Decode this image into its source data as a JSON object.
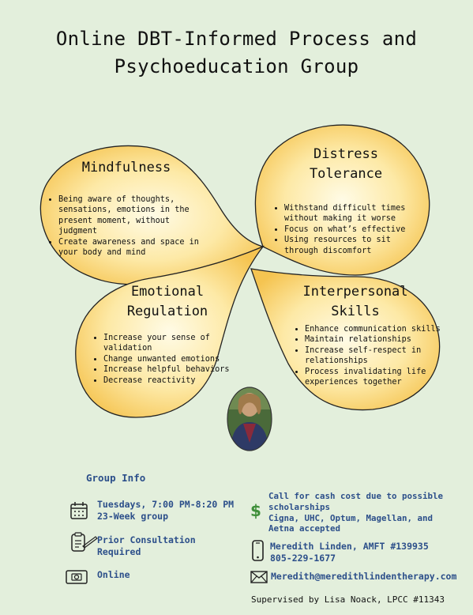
{
  "title": {
    "line1": "Online DBT-Informed Process and",
    "line2": "Psychoeducation Group"
  },
  "petals": {
    "mindfulness": {
      "title": "Mindfulness",
      "bullets": [
        "Being aware of thoughts, sensations, emotions in the present moment, without judgment",
        "Create awareness and space in your body and mind"
      ]
    },
    "distress": {
      "title_line1": "Distress",
      "title_line2": "Tolerance",
      "bullets": [
        "Withstand difficult times without making it worse",
        "Focus on what’s effective",
        "Using resources to sit through discomfort"
      ]
    },
    "emotional": {
      "title_line1": "Emotional",
      "title_line2": "Regulation",
      "bullets": [
        "Increase your sense of validation",
        "Change unwanted emotions",
        "Increase helpful behaviors",
        "Decrease reactivity"
      ]
    },
    "interpersonal": {
      "title_line1": "Interpersonal",
      "title_line2": "Skills",
      "bullets": [
        "Enhance communication skills",
        "Maintain relationships",
        "Increase self-respect in relationships",
        "Process invalidating life experiences together"
      ]
    }
  },
  "info": {
    "heading": "Group Info",
    "schedule_line1": "Tuesdays, 7:00 PM-8:20 PM",
    "schedule_line2": "23-Week group",
    "consult_line1": "Prior Consultation",
    "consult_line2": "Required",
    "format": "Online",
    "cost_line1": "Call for cash cost due to possible",
    "cost_line2": "scholarships",
    "insurance_line1": "Cigna, UHC, Optum, Magellan, and",
    "insurance_line2": "Aetna accepted",
    "contact_name": "Meredith Linden, AMFT #139935",
    "contact_phone": "805-229-1677",
    "email": "Meredith@meredithlindentherapy.com",
    "supervised": "Supervised by Lisa Noack, LPCC #11343"
  },
  "icons": {
    "calendar": "calendar-icon",
    "clipboard": "clipboard-pen-icon",
    "camera": "video-camera-icon",
    "dollar": "dollar-sign-icon",
    "phone": "phone-icon",
    "mail": "envelope-icon"
  },
  "colors": {
    "background": "#e3efdc",
    "petal_center": "#fff6cf",
    "petal_edge": "#f6c95a",
    "info_text": "#2c4f8a",
    "dollar": "#3f8f3a"
  }
}
